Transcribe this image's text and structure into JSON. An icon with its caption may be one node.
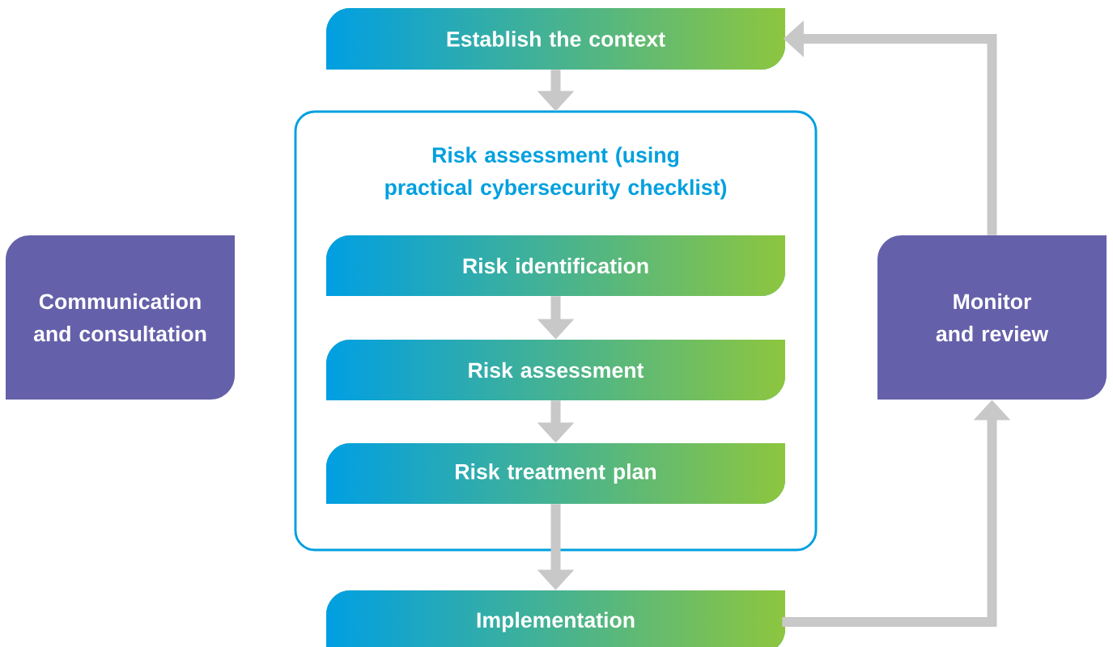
{
  "diagram": {
    "nodes": [
      {
        "text": [
          "Establish the context"
        ]
      },
      {
        "text": [
          "Risk assessment (using practical cybersecurity checklist)"
        ]
      },
      {
        "text": [
          "Risk identification"
        ],
        "in": 1
      },
      {
        "text": [
          "Risk assessment"
        ],
        "in": 1
      },
      {
        "text": [
          "Risk treatment plan"
        ],
        "in": 1
      },
      {
        "text": [
          "Implementation"
        ]
      },
      {
        "text": [
          "Communication and consultation"
        ]
      },
      {
        "text": [
          "Monitor and review"
        ]
      }
    ],
    "edges": [
      {
        "from": 0,
        "to": 1,
        "arrow": "to"
      },
      {
        "from": 2,
        "to": 3,
        "arrow": "to"
      },
      {
        "from": 3,
        "to": 4,
        "arrow": "to"
      },
      {
        "from": 4,
        "to": 5,
        "arrow": "to"
      },
      {
        "from": 5,
        "to": 7,
        "arrow": "to"
      },
      {
        "from": 7,
        "to": 0,
        "arrow": "to"
      }
    ]
  }
}
